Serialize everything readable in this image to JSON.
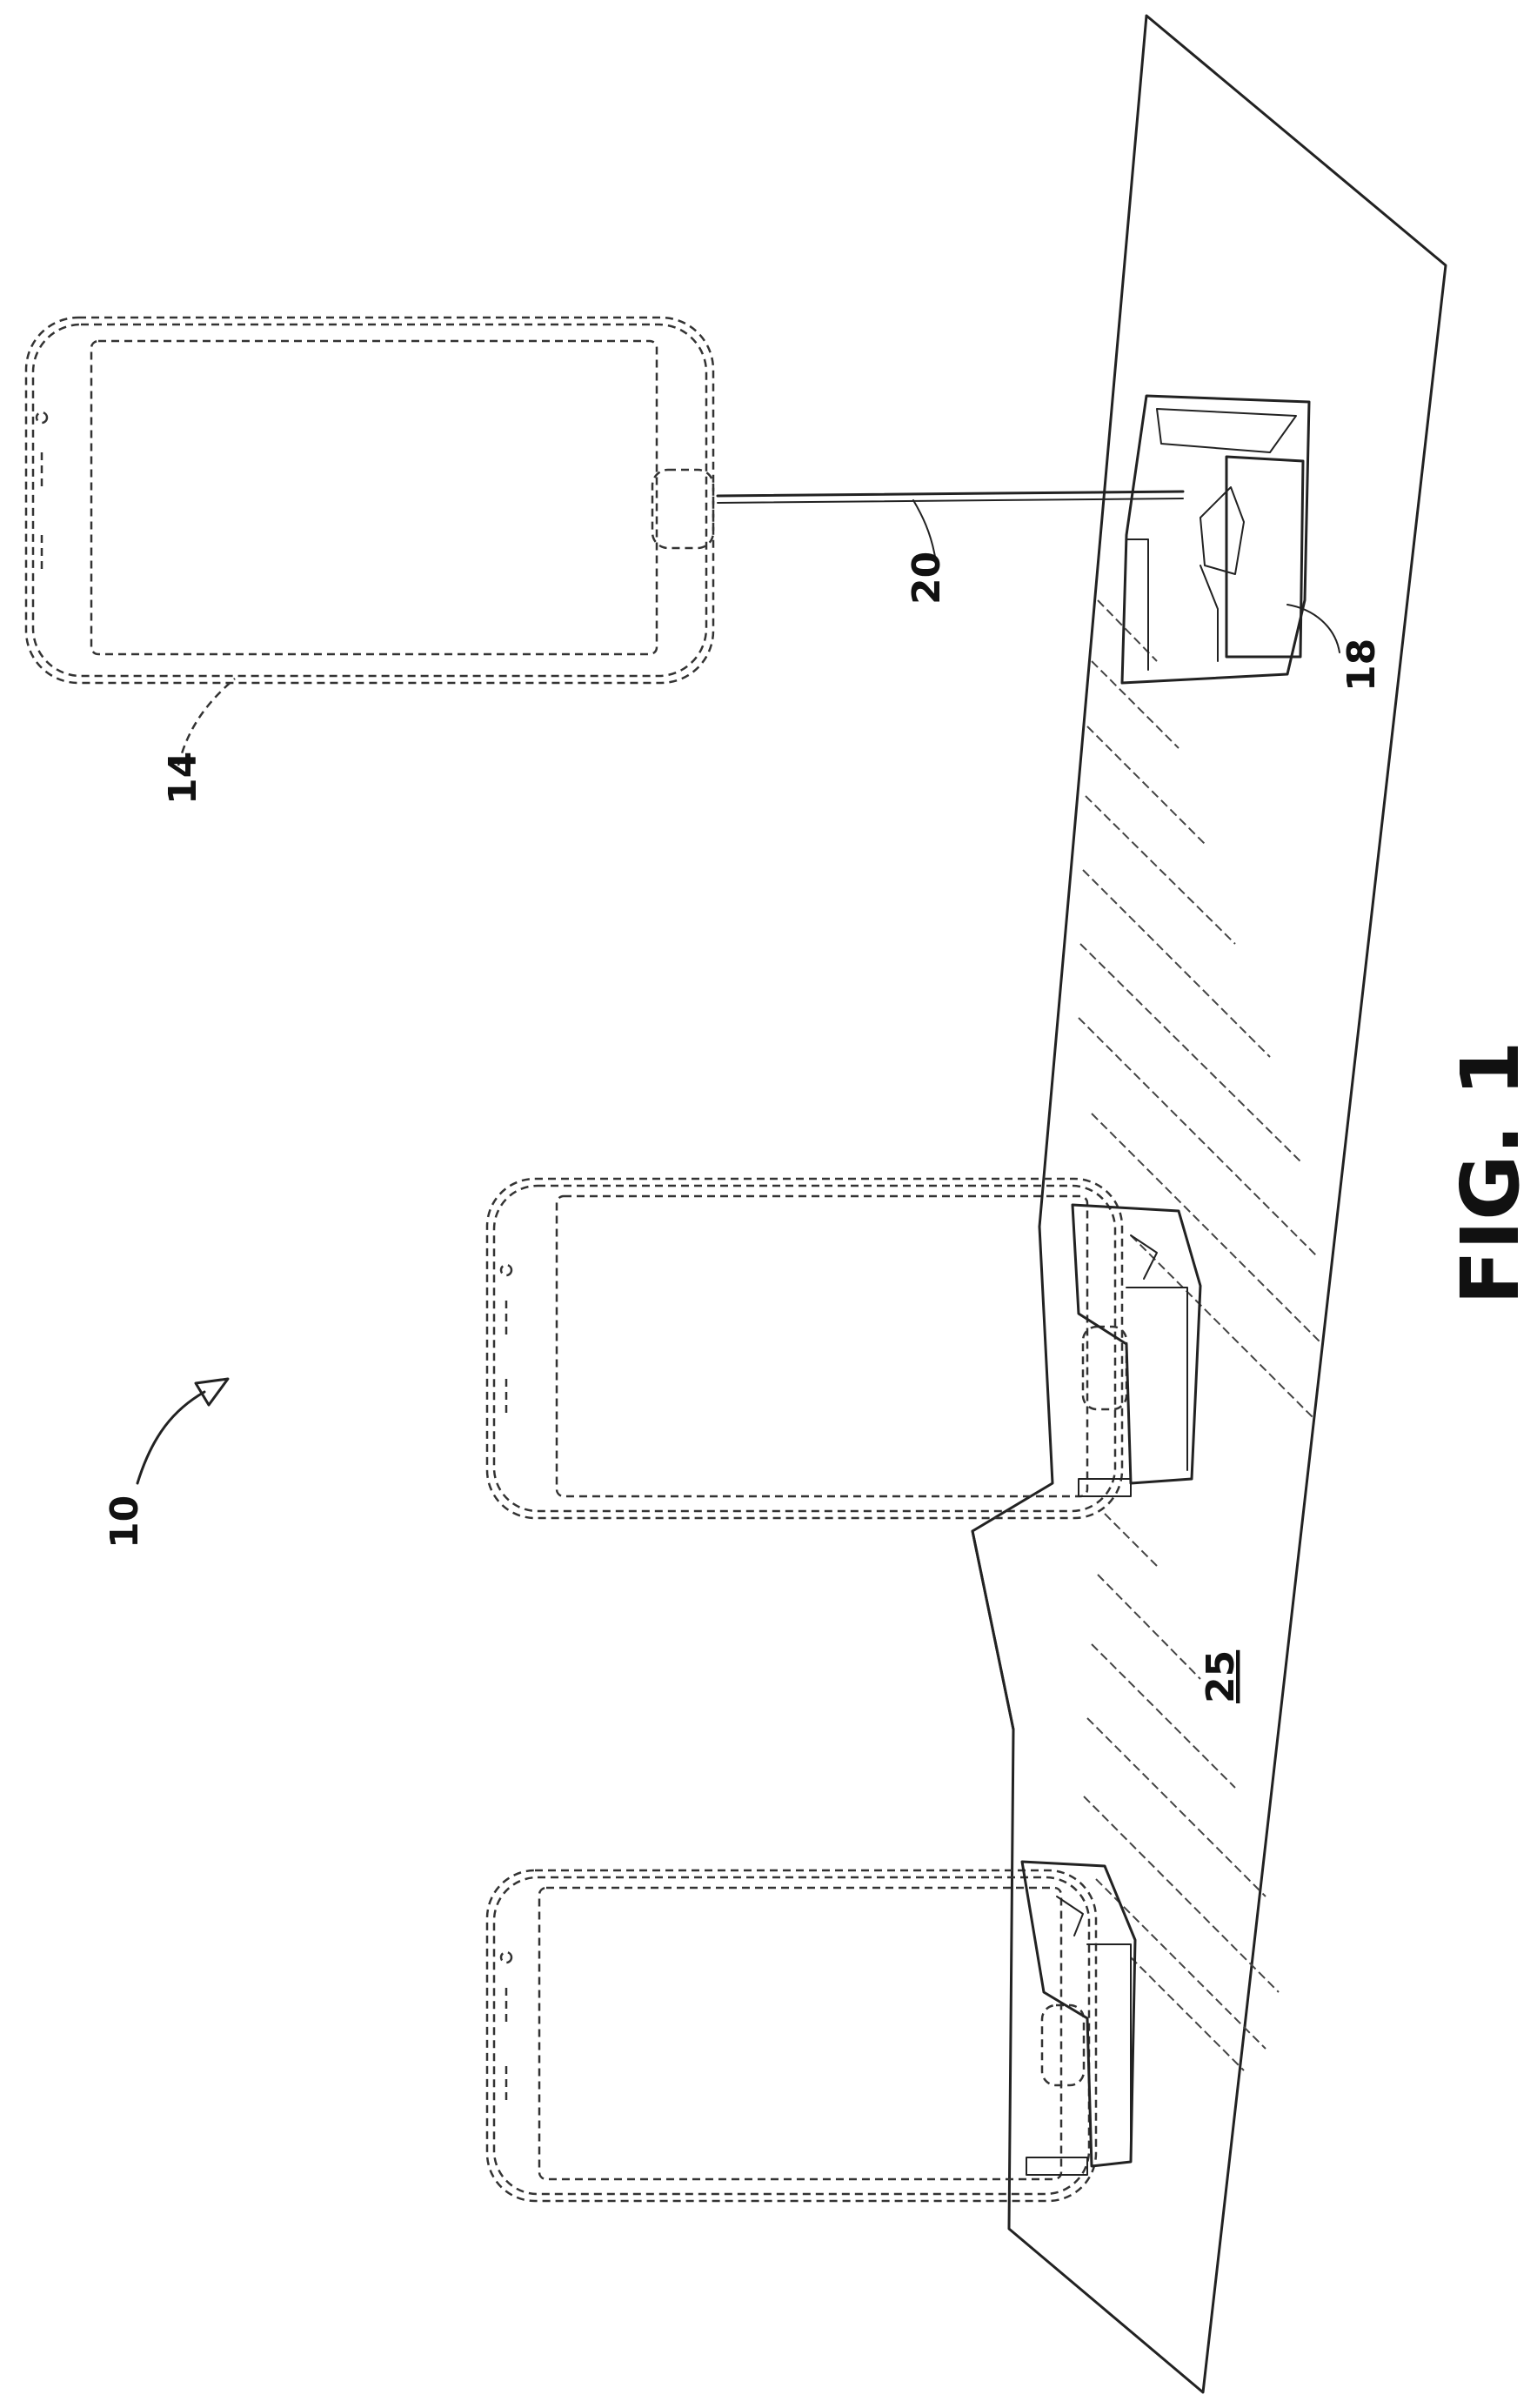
{
  "labels": {
    "system": "10",
    "device": "14",
    "base": "18",
    "cable": "20",
    "surface": "25",
    "figure": "FIG. 1"
  }
}
